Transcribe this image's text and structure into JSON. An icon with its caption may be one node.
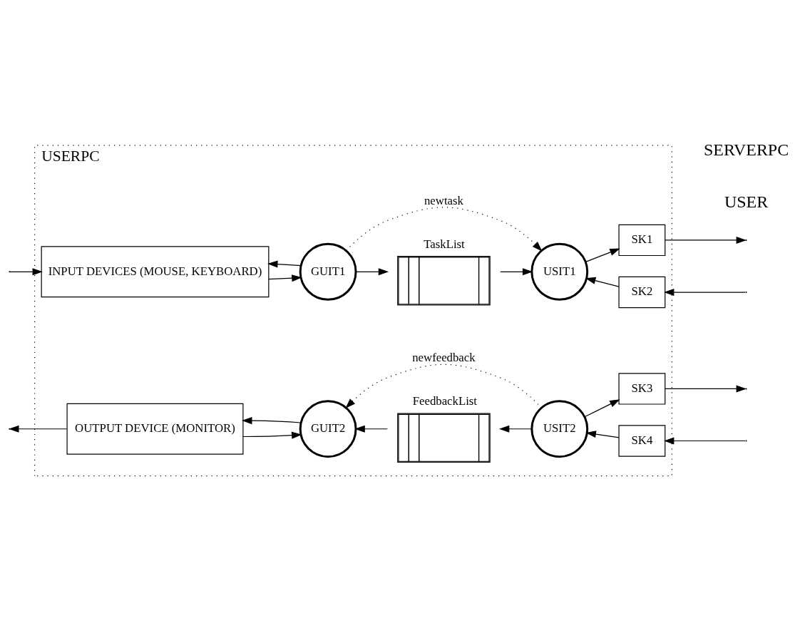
{
  "diagram": {
    "nodes": [
      {
        "text": [
          "USERPC"
        ]
      },
      {
        "text": [
          "INPUT DEVICES (MOUSE, KEYBOARD)"
        ],
        "in": 0
      },
      {
        "text": [
          "GUIT1"
        ],
        "in": 0
      },
      {
        "text": [
          "TaskList"
        ],
        "in": 0
      },
      {
        "text": [
          "USIT1"
        ],
        "in": 0
      },
      {
        "text": [
          "SK1"
        ],
        "in": 0
      },
      {
        "text": [
          "SK2"
        ],
        "in": 0
      },
      {
        "text": [
          "OUTPUT DEVICE (MONITOR)"
        ],
        "in": 0
      },
      {
        "text": [
          "GUIT2"
        ],
        "in": 0
      },
      {
        "text": [
          "FeedbackList"
        ],
        "in": 0
      },
      {
        "text": [
          "USIT2"
        ],
        "in": 0
      },
      {
        "text": [
          "SK3"
        ],
        "in": 0
      },
      {
        "text": [
          "SK4"
        ],
        "in": 0
      }
    ],
    "edges": [
      {
        "from": null,
        "to": 1,
        "arrow": "to"
      },
      {
        "from": 1,
        "to": 2,
        "arrow": "to"
      },
      {
        "from": 2,
        "to": 1,
        "arrow": "to"
      },
      {
        "from": 2,
        "to": 3,
        "arrow": "to"
      },
      {
        "from": 3,
        "to": 4,
        "arrow": "to"
      },
      {
        "from": 2,
        "to": 4,
        "arrow": "to",
        "label": "newtask",
        "style": "dashed"
      },
      {
        "from": 4,
        "to": 5,
        "arrow": "to"
      },
      {
        "from": 5,
        "to": null,
        "arrow": "to"
      },
      {
        "from": null,
        "to": 6,
        "arrow": "to"
      },
      {
        "from": 6,
        "to": 4,
        "arrow": "to"
      },
      {
        "from": 7,
        "to": null,
        "arrow": "to"
      },
      {
        "from": 7,
        "to": 8,
        "arrow": "to"
      },
      {
        "from": 8,
        "to": 7,
        "arrow": "to"
      },
      {
        "from": 9,
        "to": 8,
        "arrow": "to"
      },
      {
        "from": 10,
        "to": 9,
        "arrow": "to"
      },
      {
        "from": 10,
        "to": 8,
        "arrow": "to",
        "label": "newfeedback",
        "style": "dashed"
      },
      {
        "from": 10,
        "to": 11,
        "arrow": "to"
      },
      {
        "from": 11,
        "to": null,
        "arrow": "to"
      },
      {
        "from": null,
        "to": 12,
        "arrow": "to"
      },
      {
        "from": 12,
        "to": 10,
        "arrow": "to"
      }
    ],
    "labels": [
      "USER",
      "SERVERPC"
    ]
  }
}
